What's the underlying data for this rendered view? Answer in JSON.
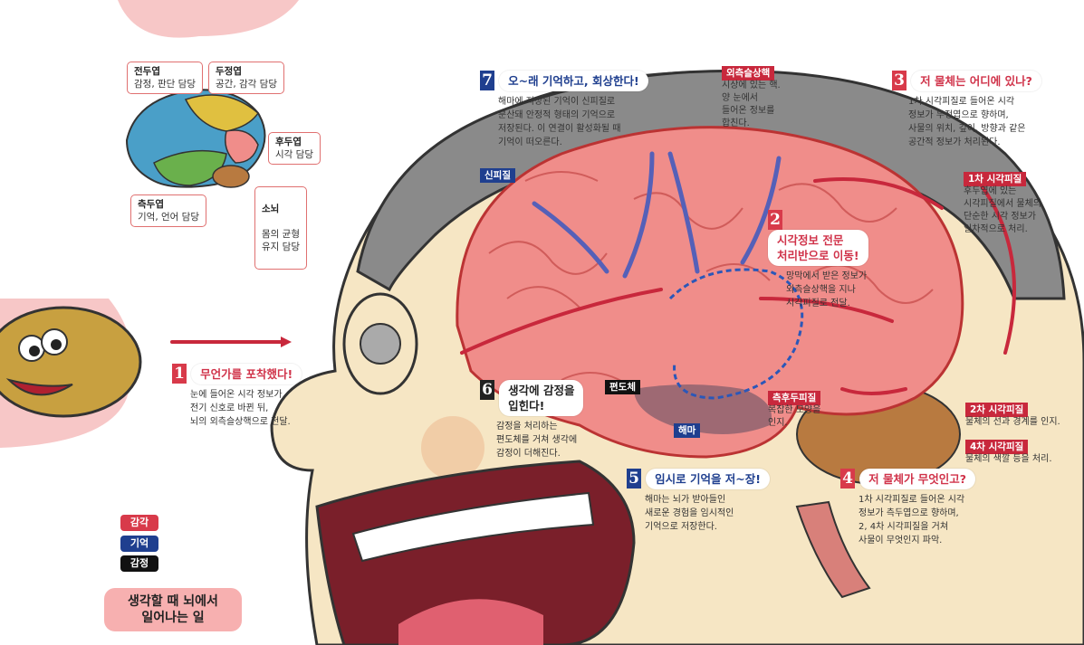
{
  "colors": {
    "sense_red": "#c8283c",
    "memory_blue": "#1f3f8f",
    "emotion_black": "#111111",
    "brain_pink": "#f08d8a",
    "hair_gray": "#7a7a7a",
    "skin": "#f6e6c4",
    "bg_pink": "#f7c7c7"
  },
  "lobes": {
    "frontal": {
      "title": "전두엽",
      "desc": "감정, 판단 담당"
    },
    "parietal": {
      "title": "두정엽",
      "desc": "공간, 감각 담당"
    },
    "occipital": {
      "title": "후두엽",
      "desc": "시각 담당"
    },
    "temporal": {
      "title": "측두엽",
      "desc": "기억, 언어 담당"
    },
    "cerebellum": {
      "title": "소뇌",
      "desc": "몸의 균형\n유지 담당"
    }
  },
  "steps": {
    "s1": {
      "num": "1",
      "head": "무언가를 포착했다!",
      "body": "눈에 들어온 시각 정보가\n전기 신호로 바뀐 뒤,\n뇌의 외측슬상핵으로 전달."
    },
    "s2": {
      "num": "2",
      "head": "시각정보 전문\n처리반으로 이동!",
      "body": "망막에서 받은 정보가\n외측슬상핵을 지나\n시각피질로 전달."
    },
    "s3": {
      "num": "3",
      "head": "저 물체는 어디에 있나?",
      "body": "1차 시각피질로 들어온 시각\n정보가 두정엽으로 향하며,\n사물의 위치, 깊이, 방향과 같은\n공간적 정보가 처리된다."
    },
    "s4": {
      "num": "4",
      "head": "저 물체가 무엇인고?",
      "body": "1차 시각피질로 들어온 시각\n정보가 측두엽으로 향하며,\n2, 4차 시각피질을 거쳐\n사물이 무엇인지 파악."
    },
    "s5": {
      "num": "5",
      "head": "임시로 기억을 저~장!",
      "body": "해마는 뇌가 받아들인\n새로운 경험을 임시적인\n기억으로 저장한다."
    },
    "s6": {
      "num": "6",
      "head": "생각에 감정을\n입힌다!",
      "body": "감정을 처리하는\n편도체를 거쳐 생각에\n감정이 더해진다."
    },
    "s7": {
      "num": "7",
      "head": "오~래 기억하고, 회상한다!",
      "body": "해마에 저장된 기억이 신피질로\n분산돼 안정적 형태의 기억으로\n저장된다. 이 연결이 활성화될 때\n기억이 떠오른다."
    }
  },
  "tags": {
    "lgn": {
      "label": "외측슬상핵",
      "desc": "시상에 있는 핵.\n양 눈에서\n들어온 정보를\n합친다."
    },
    "v1": {
      "label": "1차 시각피질",
      "desc": "후두엽에 있는\n시각피질에서 물체의\n단순한 시각 정보가\n일차적으로 처리."
    },
    "v2": {
      "label": "2차 시각피질",
      "desc": "물체의 선과 경계를 인지."
    },
    "v4": {
      "label": "4차 시각피질",
      "desc": "물체의 색깔 등을 처리."
    },
    "it": {
      "label": "측후두피질",
      "desc": "복잡한 모양을\n인지."
    },
    "neocortex": {
      "label": "신피질"
    },
    "amygdala": {
      "label": "편도체"
    },
    "hippocampus": {
      "label": "해마"
    }
  },
  "legend": {
    "sense": "감각",
    "memory": "기억",
    "emotion": "감정"
  },
  "caption": "생각할 때 뇌에서\n일어나는 일"
}
